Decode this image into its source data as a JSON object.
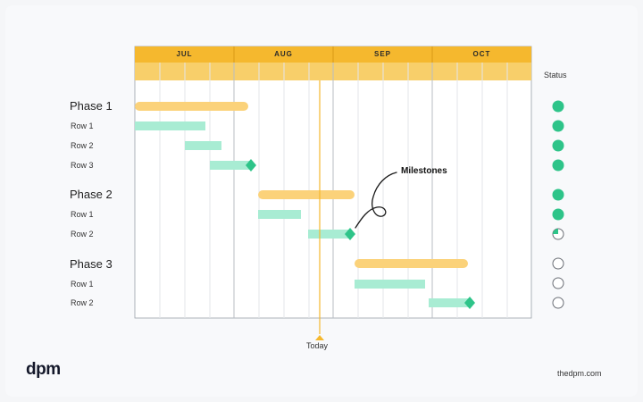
{
  "chart": {
    "months": [
      "JUL",
      "AUG",
      "SEP",
      "OCT"
    ],
    "status_header": "Status",
    "today_label": "Today",
    "annotation": "Milestones",
    "colors": {
      "header": "#f5b82e",
      "header_sub": "#f8cf6a",
      "phase_bar": "#fbd27a",
      "task_bar": "#a8ecd3",
      "milestone": "#2ec489",
      "status_done": "#2ec489",
      "today_line": "#f5b82e",
      "grid": "#e3e6ea"
    },
    "rows": [
      {
        "label": "Phase 1",
        "kind": "phase",
        "status": "complete"
      },
      {
        "label": "Row 1",
        "kind": "task",
        "status": "complete"
      },
      {
        "label": "Row 2",
        "kind": "task",
        "status": "complete"
      },
      {
        "label": "Row 3",
        "kind": "task",
        "status": "complete"
      },
      {
        "label": "Phase 2",
        "kind": "phase",
        "status": "complete"
      },
      {
        "label": "Row 1",
        "kind": "task",
        "status": "complete"
      },
      {
        "label": "Row 2",
        "kind": "task",
        "status": "partial"
      },
      {
        "label": "Phase 3",
        "kind": "phase",
        "status": "not-started"
      },
      {
        "label": "Row 1",
        "kind": "task",
        "status": "not-started"
      },
      {
        "label": "Row 2",
        "kind": "task",
        "status": "not-started"
      }
    ]
  },
  "footer": {
    "brand": "dpm",
    "site": "thedpm.com"
  }
}
